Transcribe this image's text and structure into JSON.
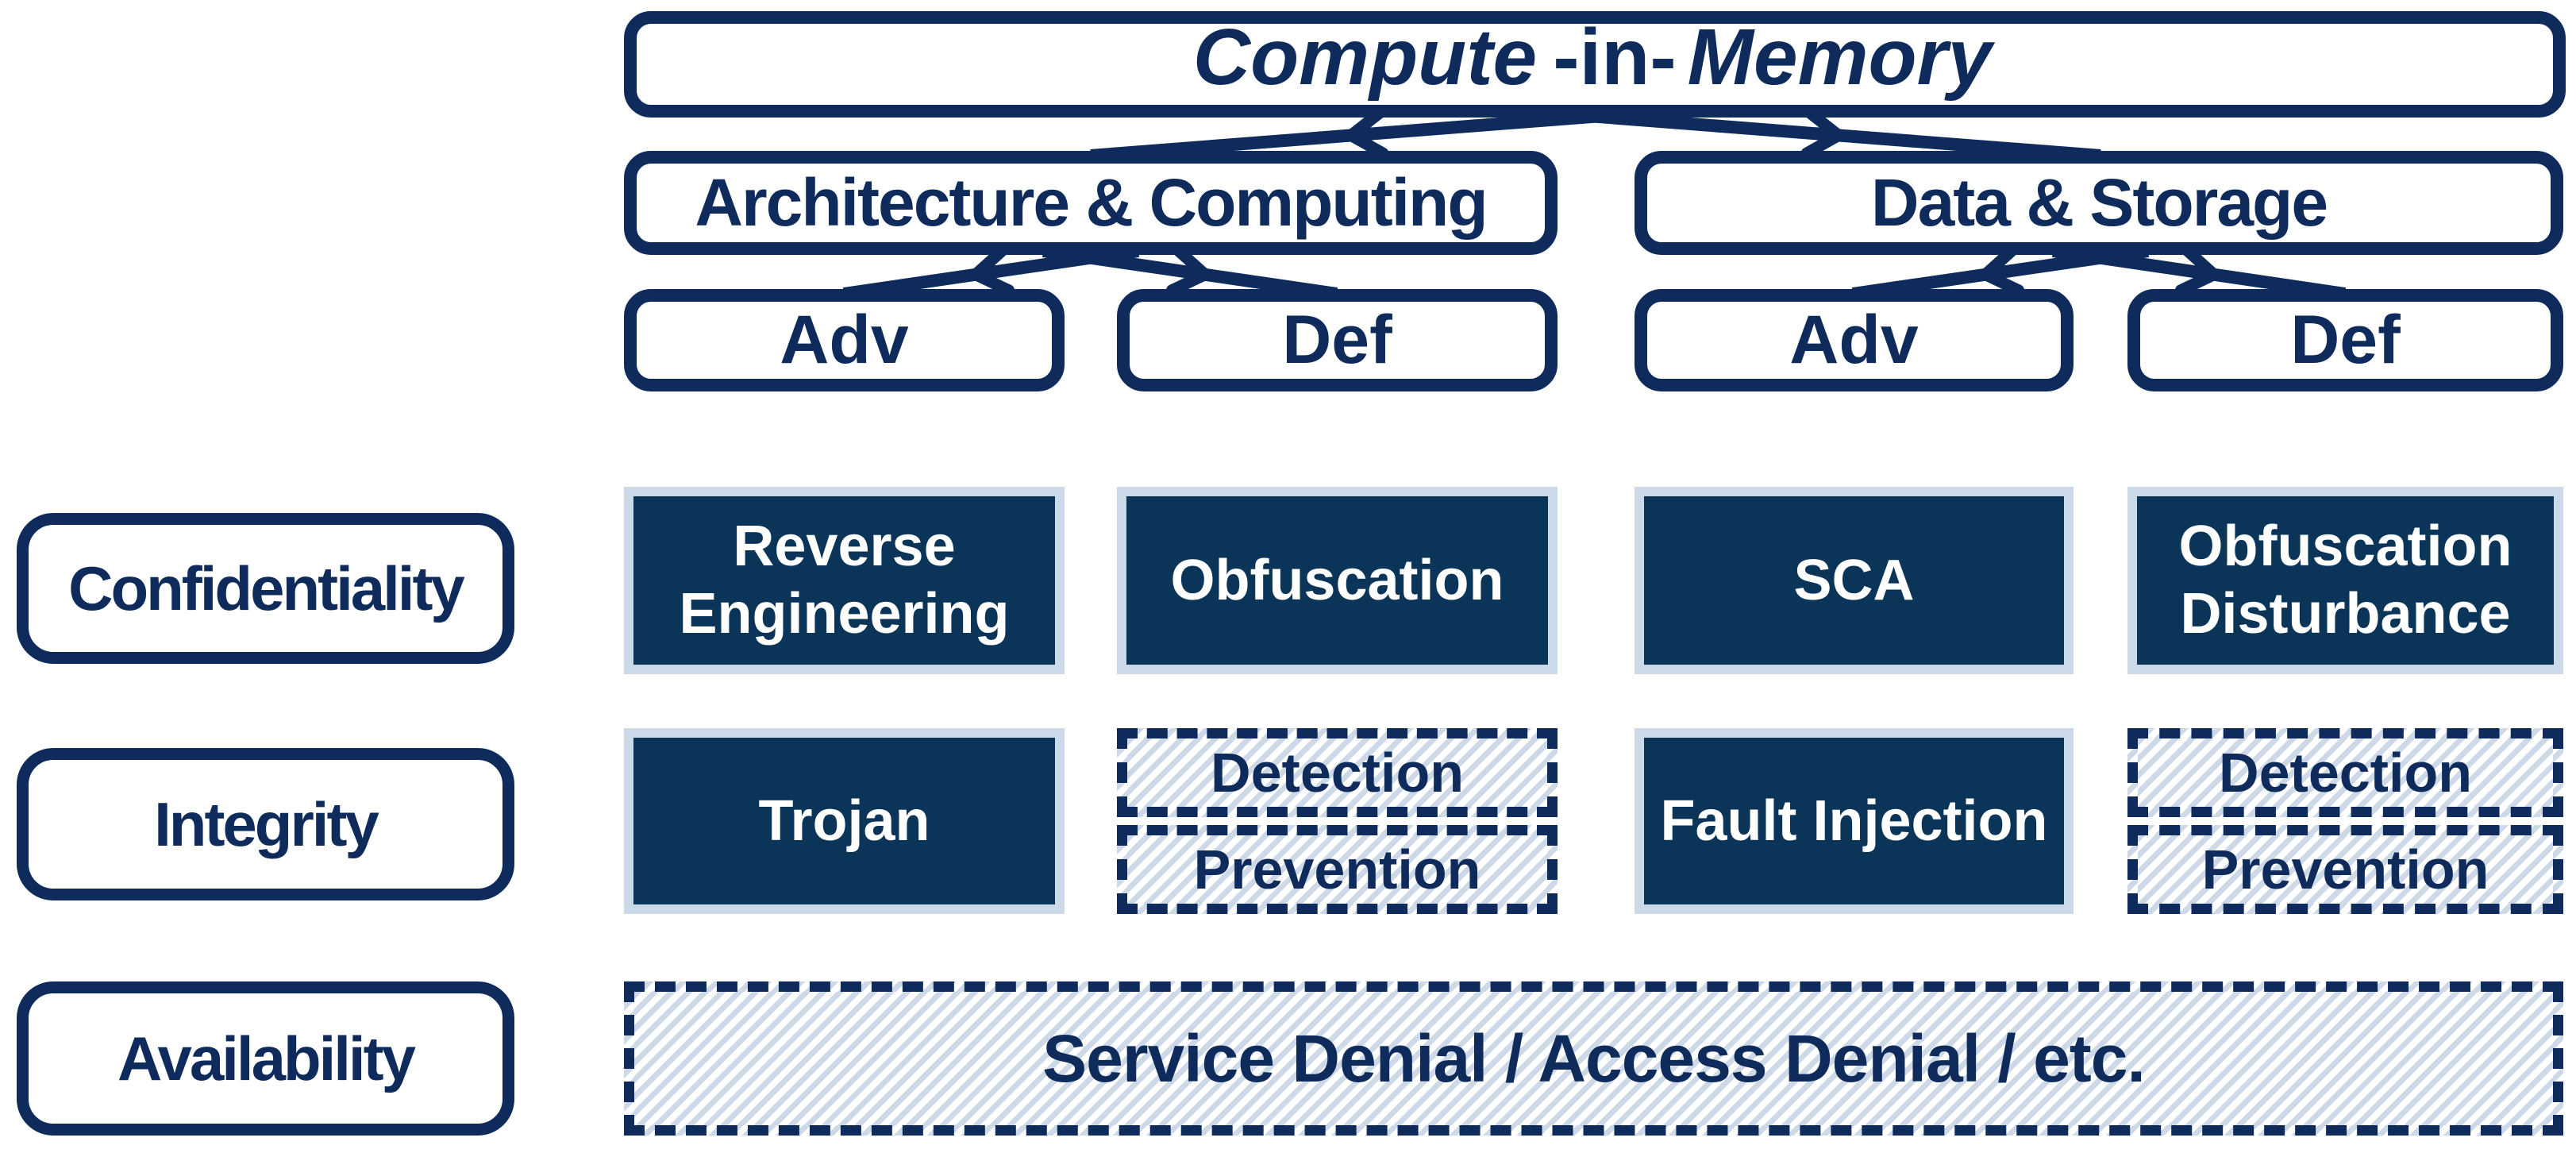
{
  "palette": {
    "navy": "#0e2b5c",
    "box_fill": "#0a3458",
    "box_border_light": "#ccd9e8",
    "hatch_stripe": "#cdd9e7",
    "text_on_dark": "#ffffff"
  },
  "tree": {
    "root": {
      "word1": "Compute",
      "separator": "-in-",
      "word2": "Memory"
    },
    "branches": [
      {
        "label": "Architecture & Computing",
        "children": [
          {
            "label": "Adv"
          },
          {
            "label": "Def"
          }
        ]
      },
      {
        "label": "Data & Storage",
        "children": [
          {
            "label": "Adv"
          },
          {
            "label": "Def"
          }
        ]
      }
    ]
  },
  "matrix": {
    "rows": [
      {
        "label": "Confidentiality",
        "cells": [
          {
            "text": "Reverse Engineering",
            "variant": "solid"
          },
          {
            "text": "Obfuscation",
            "variant": "solid"
          },
          {
            "text": "SCA",
            "variant": "solid"
          },
          {
            "text": "Obfuscation Disturbance",
            "variant": "solid"
          }
        ]
      },
      {
        "label": "Integrity",
        "cells": [
          {
            "text": "Trojan",
            "variant": "solid"
          },
          {
            "variant": "dashed",
            "stack": [
              {
                "text": "Detection"
              },
              {
                "text": "Prevention"
              }
            ]
          },
          {
            "text": "Fault Injection",
            "variant": "solid"
          },
          {
            "variant": "dashed",
            "stack": [
              {
                "text": "Detection"
              },
              {
                "text": "Prevention"
              }
            ]
          }
        ]
      },
      {
        "label": "Availability",
        "cells": [
          {
            "text": "Service Denial / Access Denial / etc.",
            "variant": "dashed-wide"
          }
        ]
      }
    ]
  }
}
